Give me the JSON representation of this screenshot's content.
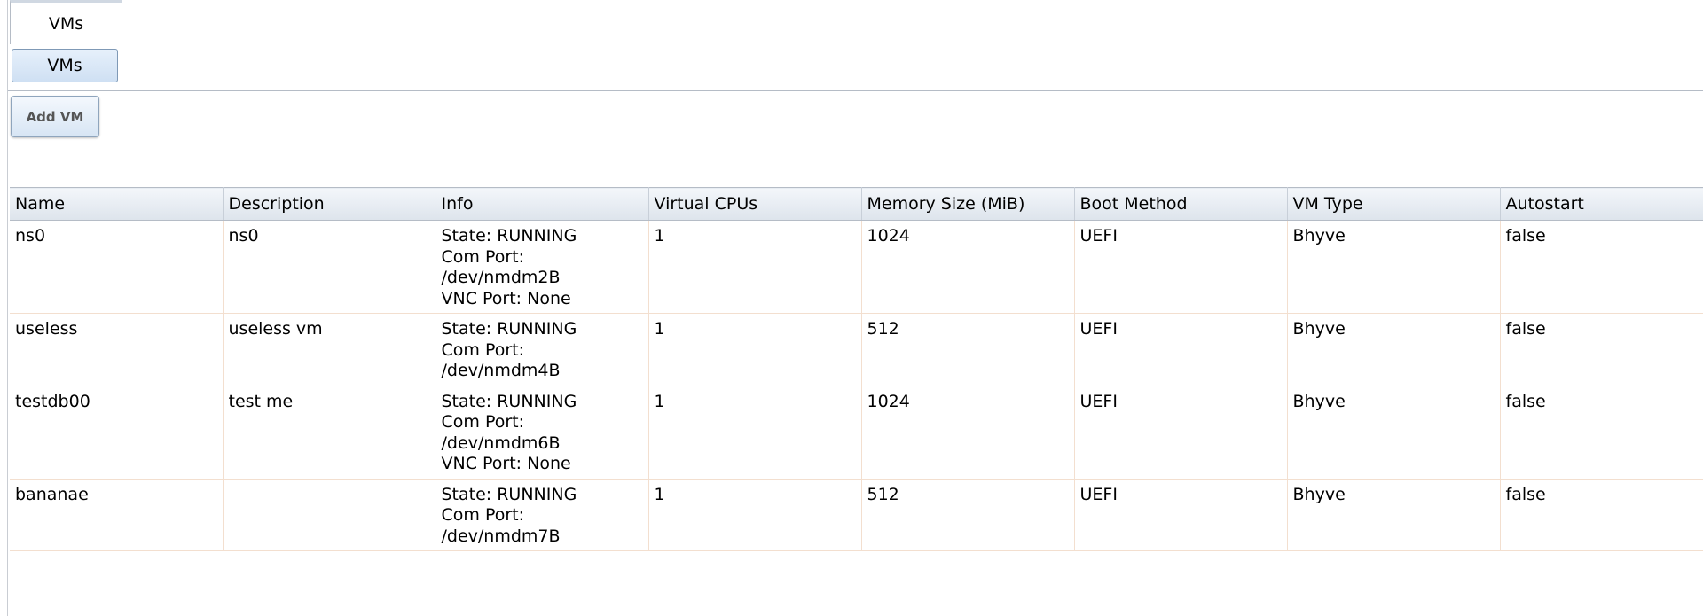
{
  "tabs": [
    {
      "label": "VMs"
    }
  ],
  "subnav": {
    "button_label": "VMs"
  },
  "toolbar": {
    "add_label": "Add VM"
  },
  "table": {
    "columns": [
      "Name",
      "Description",
      "Info",
      "Virtual CPUs",
      "Memory Size (MiB)",
      "Boot Method",
      "VM Type",
      "Autostart"
    ],
    "rows": [
      {
        "name": "ns0",
        "description": "ns0",
        "info": [
          "State: RUNNING",
          "Com Port:",
          "/dev/nmdm2B",
          "VNC Port: None"
        ],
        "vcpus": "1",
        "memory": "1024",
        "boot": "UEFI",
        "type": "Bhyve",
        "autostart": "false"
      },
      {
        "name": "useless",
        "description": "useless vm",
        "info": [
          "State: RUNNING",
          "Com Port:",
          "/dev/nmdm4B"
        ],
        "vcpus": "1",
        "memory": "512",
        "boot": "UEFI",
        "type": "Bhyve",
        "autostart": "false"
      },
      {
        "name": "testdb00",
        "description": "test me",
        "info": [
          "State: RUNNING",
          "Com Port:",
          "/dev/nmdm6B",
          "VNC Port: None"
        ],
        "vcpus": "1",
        "memory": "1024",
        "boot": "UEFI",
        "type": "Bhyve",
        "autostart": "false"
      },
      {
        "name": "bananae",
        "description": "",
        "info": [
          "State: RUNNING",
          "Com Port:",
          "/dev/nmdm7B"
        ],
        "vcpus": "1",
        "memory": "512",
        "boot": "UEFI",
        "type": "Bhyve",
        "autostart": "false"
      }
    ]
  }
}
